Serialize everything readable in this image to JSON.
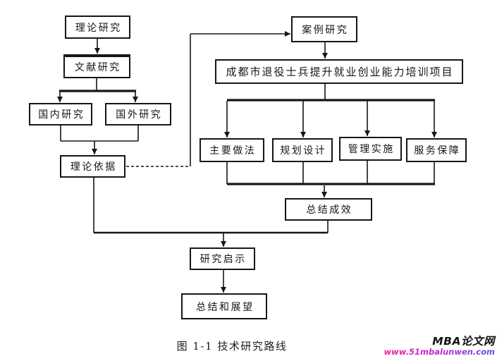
{
  "diagram": {
    "caption": "图 1-1 技术研究路线",
    "nodes": {
      "theory_research": "理论研究",
      "literature_research": "文献研究",
      "domestic_research": "国内研究",
      "foreign_research": "国外研究",
      "theoretical_basis": "理论依据",
      "case_study": "案例研究",
      "project": "成都市退役士兵提升就业创业能力培训项目",
      "main_practices": "主要做法",
      "planning_design": "规划设计",
      "management_implementation": "管理实施",
      "service_guarantee": "服务保障",
      "summary_results": "总结成效",
      "research_implications": "研究启示",
      "summary_outlook": "总结和展望"
    },
    "edges": [
      {
        "from": "theory_research",
        "to": "literature_research",
        "style": "solid-arrow"
      },
      {
        "from": "literature_research",
        "to": "domestic_research",
        "style": "solid-arrow"
      },
      {
        "from": "literature_research",
        "to": "foreign_research",
        "style": "solid-arrow"
      },
      {
        "from": "domestic_research",
        "to": "theoretical_basis",
        "style": "solid-arrow"
      },
      {
        "from": "foreign_research",
        "to": "theoretical_basis",
        "style": "solid-arrow"
      },
      {
        "from": "theoretical_basis",
        "to": "case_study",
        "style": "dashed-then-solid-arrow"
      },
      {
        "from": "case_study",
        "to": "project",
        "style": "solid-arrow"
      },
      {
        "from": "project",
        "to": "main_practices",
        "style": "solid-arrow"
      },
      {
        "from": "project",
        "to": "planning_design",
        "style": "solid-arrow"
      },
      {
        "from": "project",
        "to": "management_implementation",
        "style": "solid-arrow"
      },
      {
        "from": "project",
        "to": "service_guarantee",
        "style": "solid-arrow"
      },
      {
        "from": "main_practices",
        "to": "summary_results",
        "style": "solid-arrow"
      },
      {
        "from": "planning_design",
        "to": "summary_results",
        "style": "solid-arrow"
      },
      {
        "from": "management_implementation",
        "to": "summary_results",
        "style": "solid-arrow"
      },
      {
        "from": "service_guarantee",
        "to": "summary_results",
        "style": "solid-arrow"
      },
      {
        "from": "summary_results",
        "to": "research_implications",
        "style": "solid-arrow"
      },
      {
        "from": "theoretical_basis",
        "to": "research_implications",
        "style": "solid-arrow"
      },
      {
        "from": "research_implications",
        "to": "summary_outlook",
        "style": "solid-arrow"
      }
    ]
  },
  "watermark": {
    "site_name": "MBA论文网",
    "site_url": "www.51mbalunwen.com"
  },
  "colors": {
    "line": "#161616",
    "background": "#ffffff",
    "url_gradient_start": "#f31a9e",
    "url_gradient_end": "#5a52e8"
  }
}
